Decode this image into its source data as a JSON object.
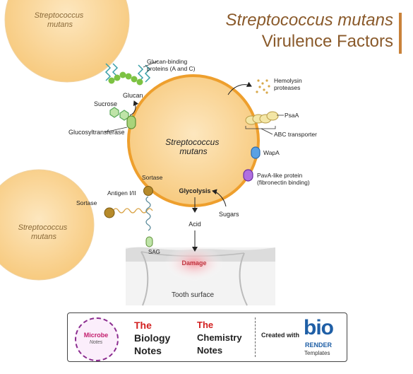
{
  "title": {
    "line1": "Streptococcus mutans",
    "line2": "Virulence Factors"
  },
  "cells": {
    "top_left": "Streptococcus\nmutans",
    "center": "Streptococcus\nmutans",
    "bottom_left": "Streptococcus\nmutans"
  },
  "labels": {
    "glucan_binding": "Glucan-binding\nproteins (A and C)",
    "glucan": "Glucan",
    "sucrose": "Sucrose",
    "glucosyltransferase": "Glucosyltransferase",
    "hemolysin": "Hemolysin\nproteases",
    "psaa": "PsaA",
    "abc": "ABC transporter",
    "wapa": "WapA",
    "pava": "PavA-like protein\n(fibronectin binding)",
    "sortase_top": "Sortase",
    "antigen": "Antigen I/II",
    "sortase_left": "Sortase",
    "glycolysis": "Glycolysis",
    "sugars": "Sugars",
    "acid": "Acid",
    "sag": "SAG",
    "damage": "Damage",
    "tooth_surface": "Tooth surface"
  },
  "footer": {
    "microbe_1": "Microbe",
    "microbe_2": "Notes",
    "biology": [
      "The",
      "Biology",
      "Notes"
    ],
    "chemistry": [
      "The",
      "Chemistry",
      "Notes"
    ],
    "created_with": "Created with",
    "bio": "bio",
    "render": "RENDER",
    "templates": "Templates"
  },
  "colors": {
    "cell_fill": "#f7c97e",
    "cell_stroke": "#e6a64a",
    "title": "#8a5a2b",
    "accent_bar": "#c9823a"
  }
}
